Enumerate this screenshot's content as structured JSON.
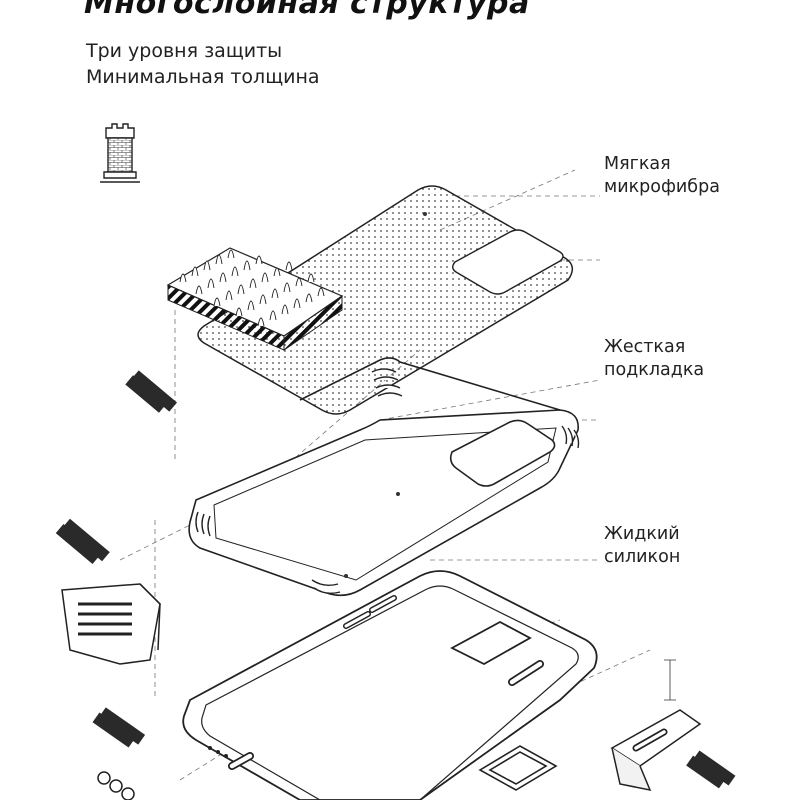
{
  "header": {
    "title": "Многослойная структура",
    "subtitle_line1": "Три уровня защиты",
    "subtitle_line2": "Минимальная толщина"
  },
  "layers": [
    {
      "line1": "Мягкая",
      "line2": "микрофибра"
    },
    {
      "line1": "Жесткая",
      "line2": "подкладка"
    },
    {
      "line1": "Жидкий",
      "line2": "силикон"
    }
  ],
  "icons": {
    "tower": "tower-icon"
  },
  "colors": {
    "ink": "#1a1a1a",
    "tag_fill": "#2a2a2a",
    "background": "#ffffff"
  }
}
